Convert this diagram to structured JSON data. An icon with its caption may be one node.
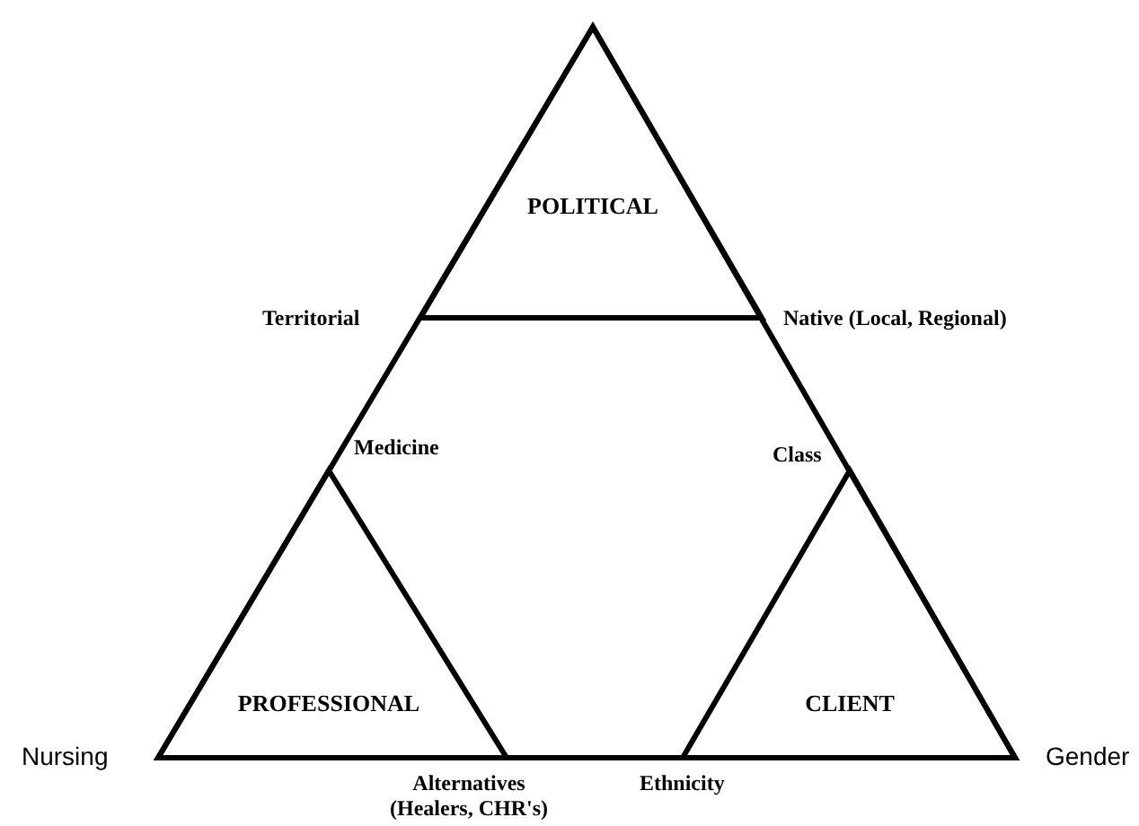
{
  "diagram": {
    "nodes": [
      {
        "text": [
          "POLITICAL"
        ]
      },
      {
        "text": [
          "PROFESSIONAL"
        ]
      },
      {
        "text": [
          "CLIENT"
        ]
      }
    ],
    "labels": [
      "Territorial",
      "Native (Local, Regional)",
      "Medicine",
      "Class",
      "Nursing",
      "Gender",
      "Alternatives (Healers, CHR's)",
      "Ethnicity"
    ]
  }
}
